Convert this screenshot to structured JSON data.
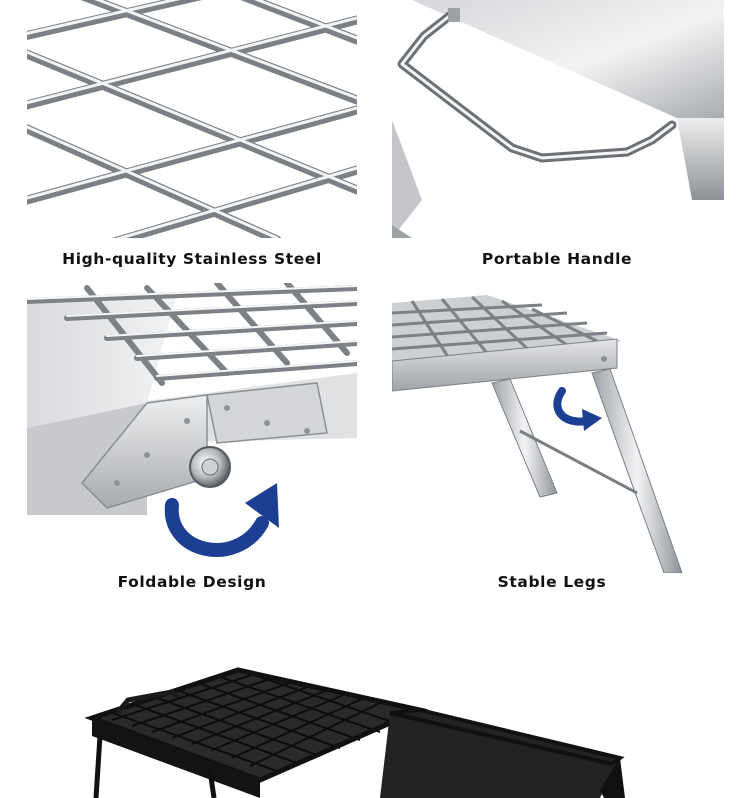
{
  "features": [
    {
      "caption": "High-quality Stainless Steel",
      "icon": "steel-grate-photo"
    },
    {
      "caption": "Portable Handle",
      "icon": "handle-photo"
    },
    {
      "caption": "Foldable Design",
      "icon": "fold-hinge-photo"
    },
    {
      "caption": "Stable Legs",
      "icon": "legs-photo"
    }
  ],
  "colors": {
    "steel_light": "#e9eaec",
    "steel_mid": "#b9bcc0",
    "steel_dark": "#6f7378",
    "arrow_blue": "#1d3f93",
    "black_grill": "#1c1c1e"
  }
}
